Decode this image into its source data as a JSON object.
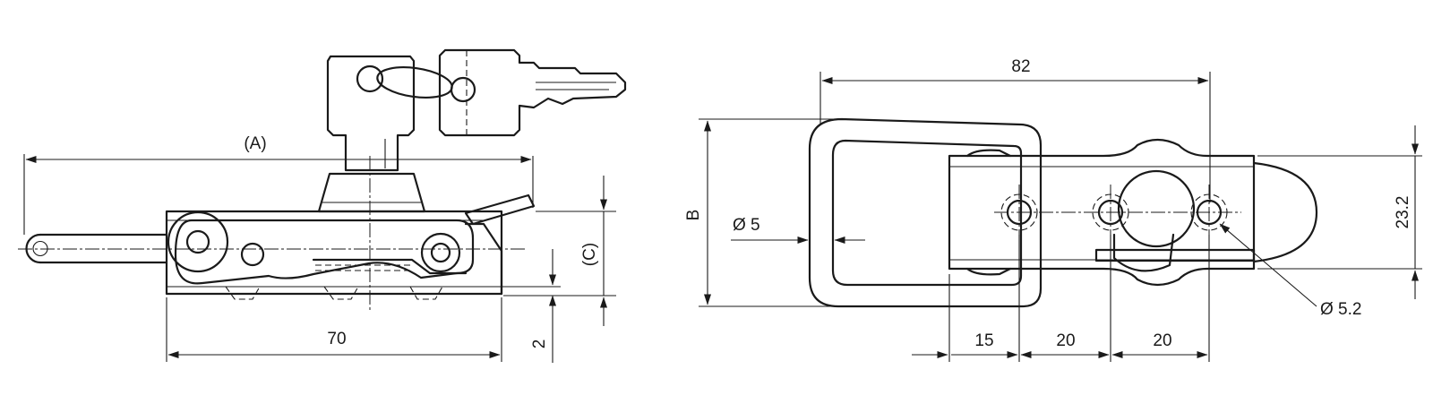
{
  "colors": {
    "line": "#1a1a1a",
    "background": "#ffffff"
  },
  "dimensions": {
    "a": "(A)",
    "length_70": "70",
    "gap_2": "2",
    "c": "(C)",
    "width_82": "82",
    "b": "B",
    "diameter_5": "Ø 5",
    "height_23_2": "23.2",
    "diameter_5_2": "Ø 5.2",
    "pitch_15": "15",
    "pitch_20_first": "20",
    "pitch_20_second": "20"
  }
}
